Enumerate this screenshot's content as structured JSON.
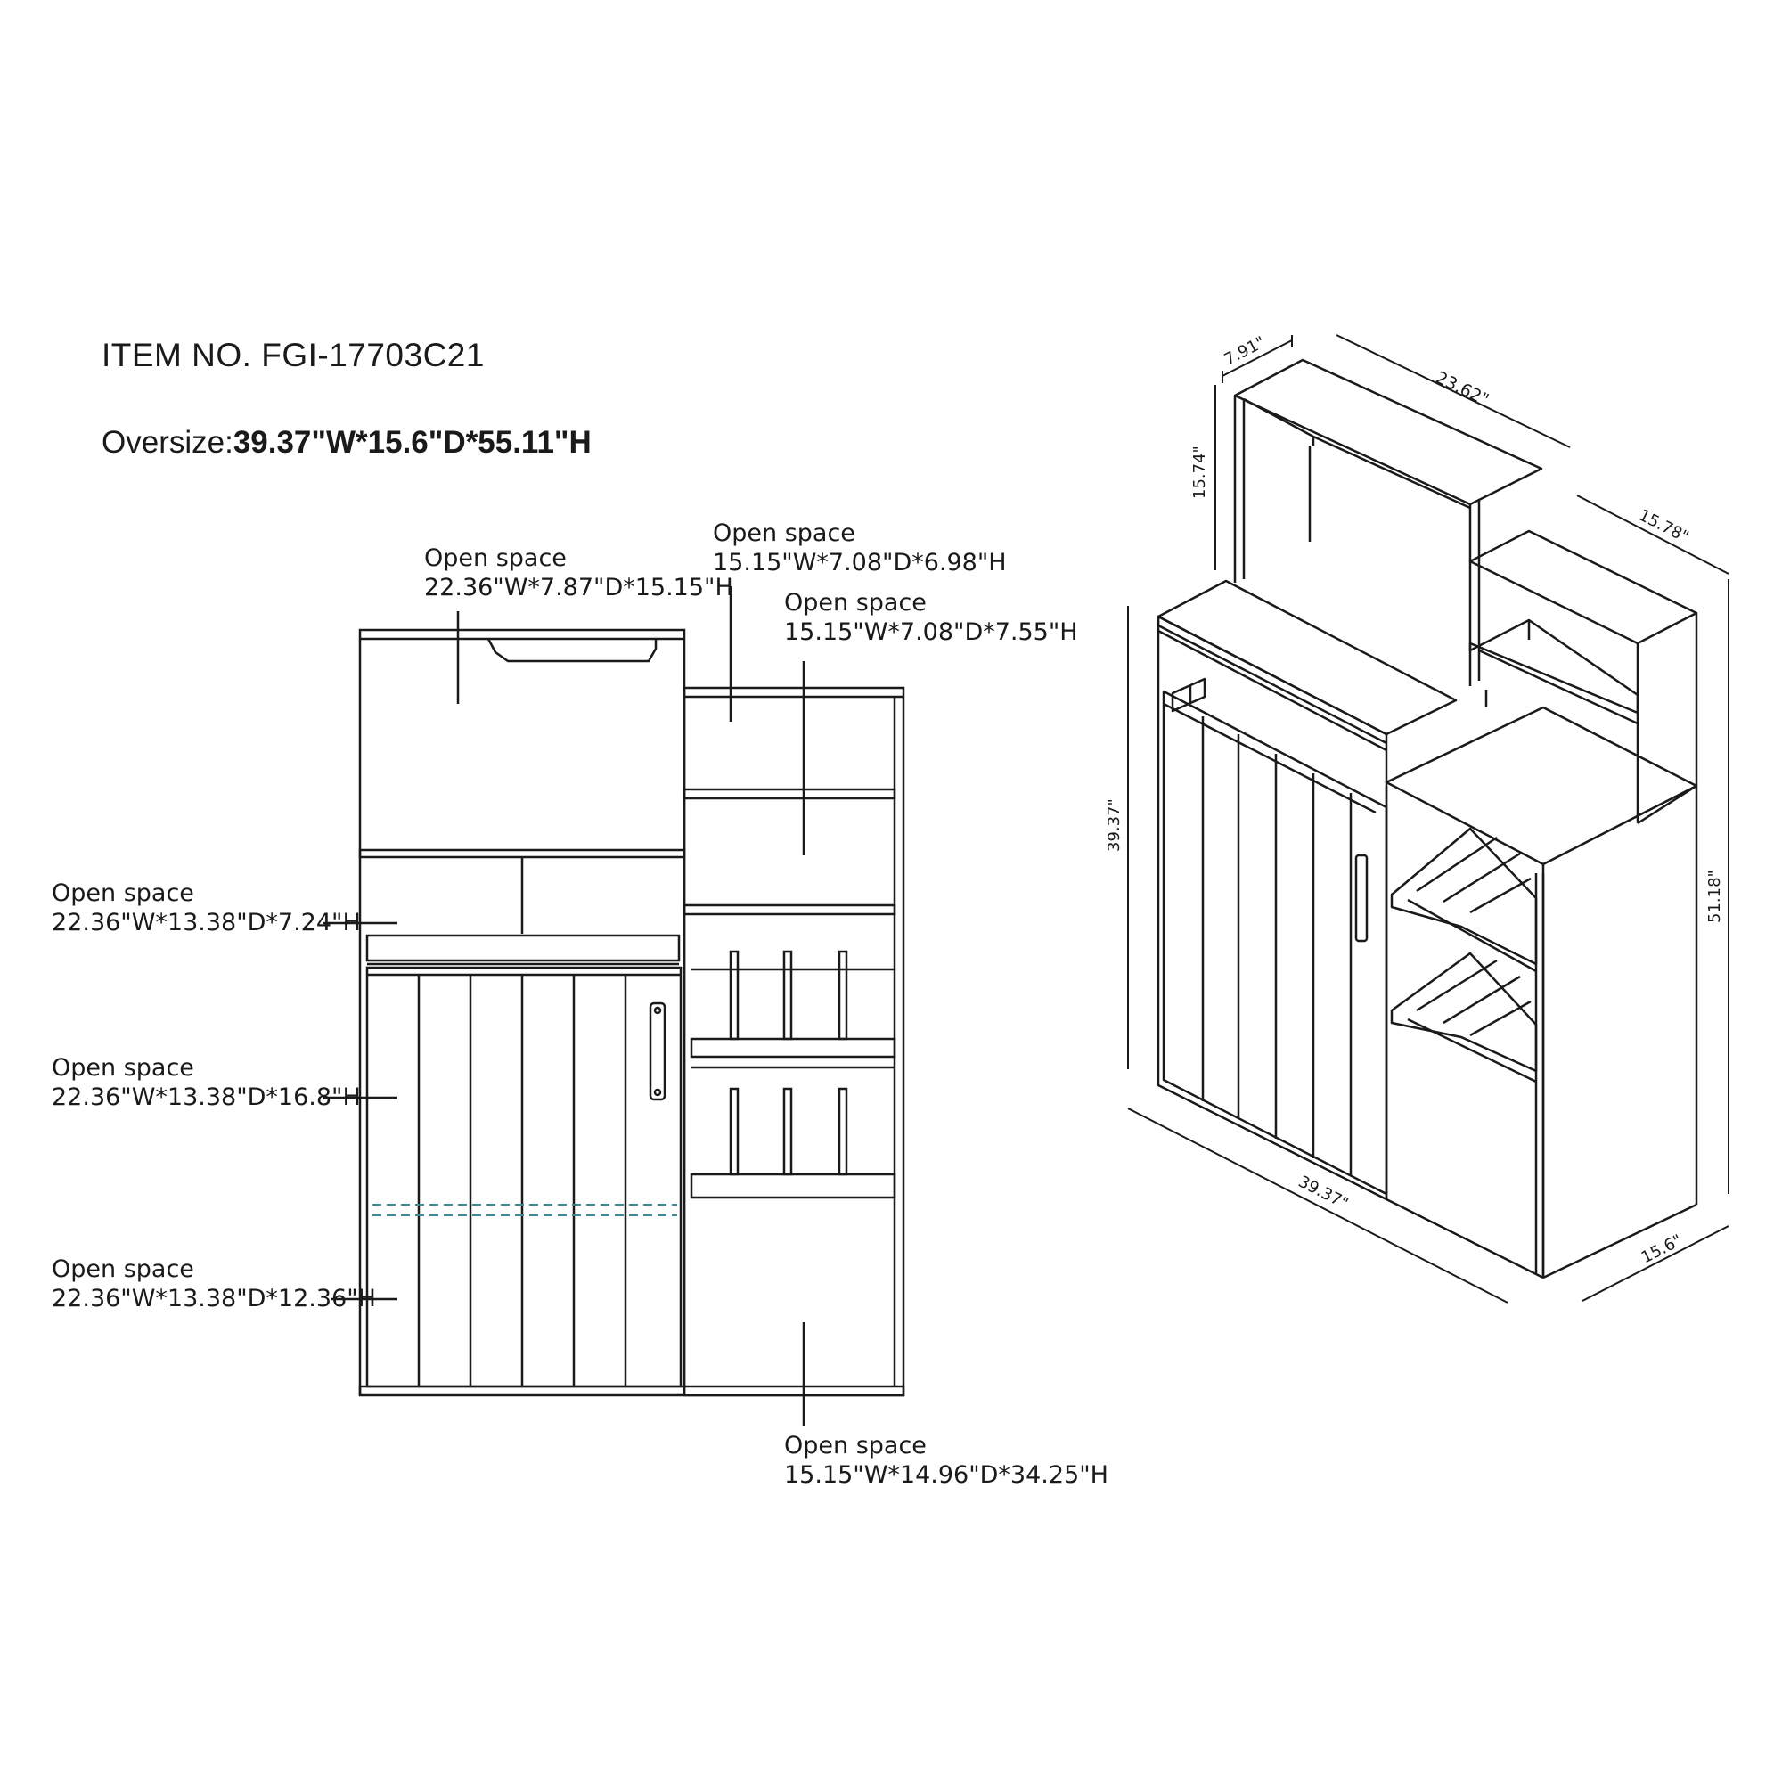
{
  "header": {
    "item_no": "ITEM NO. FGI-17703C21",
    "oversize_label": "Oversize:",
    "oversize_value": "39.37\"W*15.6\"D*55.11\"H"
  },
  "callouts": [
    {
      "title": "Open space",
      "dims": "22.36\"W*7.87\"D*15.15\"H"
    },
    {
      "title": "Open space",
      "dims": "15.15\"W*7.08\"D*6.98\"H"
    },
    {
      "title": "Open space",
      "dims": "15.15\"W*7.08\"D*7.55\"H"
    },
    {
      "title": "Open space",
      "dims": "22.36\"W*13.38\"D*7.24\"H"
    },
    {
      "title": "Open space",
      "dims": "22.36\"W*13.38\"D*16.8\"H"
    },
    {
      "title": "Open space",
      "dims": "22.36\"W*13.38\"D*12.36\"H"
    },
    {
      "title": "Open space",
      "dims": "15.15\"W*14.96\"D*34.25\"H"
    }
  ],
  "iso_dims": {
    "top_depth": "7.91\"",
    "top_width": "23.62\"",
    "hutch_height": "15.74\"",
    "side_depth": "15.78\"",
    "base_height": "39.37\"",
    "total_height": "51.18\"",
    "total_width": "39.37\"",
    "base_depth": "15.6\""
  },
  "colors": {
    "line": "#1a1a1a",
    "dashed": "#3a8a9a",
    "background": "#ffffff"
  }
}
